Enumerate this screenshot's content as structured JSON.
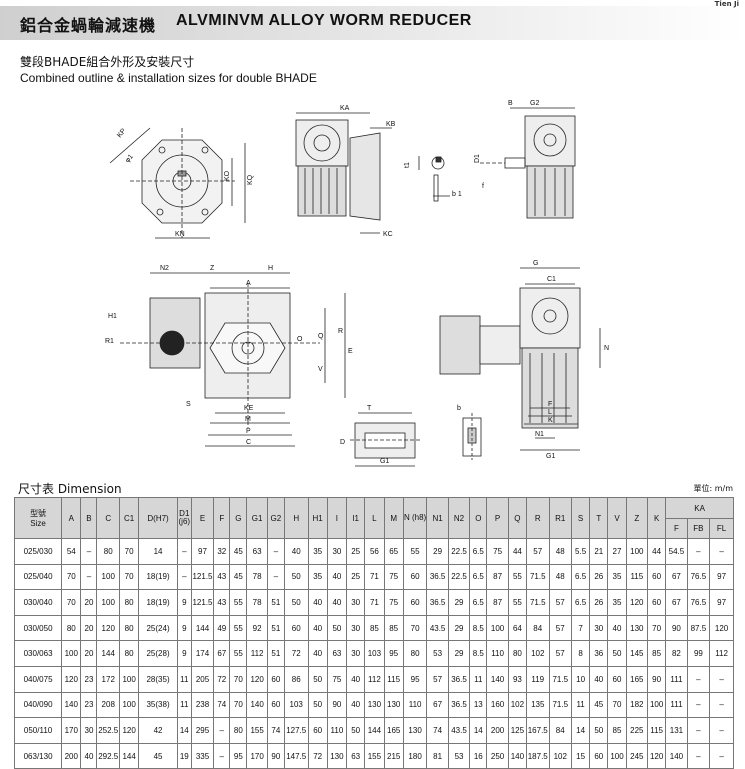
{
  "brand": "Tien Ji",
  "title_cn": "鋁合金蝸輪減速機",
  "title_en": "ALVMINVM ALLOY WORM REDUCER",
  "subtitle_cn": "雙段BHADE組合外形及安裝尺寸",
  "subtitle_en": "Combined outline & installation sizes for double BHADE",
  "labels": {
    "top1": {
      "kp": "KP",
      "g1": "φ1",
      "kq": "KQ",
      "ko": "KO",
      "kn": "KN"
    },
    "top2": {
      "ka": "KA",
      "kb": "KB",
      "kc": "KC"
    },
    "top3": {
      "t1": "t1",
      "b1": "b 1"
    },
    "top4": {
      "b": "B",
      "g2": "G2",
      "d1": "D1",
      "f": "f"
    },
    "mid1": {
      "n2": "N2",
      "z": "Z",
      "h": "H",
      "a": "A",
      "h1": "H1",
      "r1": "R1",
      "r": "R",
      "q": "Q",
      "e": "E",
      "o": "O",
      "v": "V",
      "s": "S",
      "ke": "KE",
      "m": "M",
      "p": "P",
      "c": "C"
    },
    "mid2": {
      "t": "T",
      "d": "D",
      "g1": "G1"
    },
    "mid3": {
      "b": "b"
    },
    "mid4": {
      "g": "G",
      "c1": "C1",
      "n": "N",
      "f": "F",
      "l": "L",
      "k": "K",
      "n1": "N1",
      "g1": "G1"
    }
  },
  "dimension_label": "尺寸表  Dimension",
  "unit_label": "單位: m/m",
  "table": {
    "header_size": [
      "型號",
      "Size"
    ],
    "columns": [
      "A",
      "B",
      "C",
      "C1",
      "D(H7)",
      "D1 (j6)",
      "E",
      "F",
      "G",
      "G1",
      "G2",
      "H",
      "H1",
      "I",
      "I1",
      "L",
      "M",
      "N (h8)",
      "N1",
      "N2",
      "O",
      "P",
      "Q",
      "R",
      "R1",
      "S",
      "T",
      "V",
      "Z",
      "K"
    ],
    "ka_group": "KA",
    "ka_columns": [
      "F",
      "FB",
      "FL"
    ],
    "rows": [
      [
        "025/030",
        "54",
        "–",
        "80",
        "70",
        "14",
        "–",
        "97",
        "32",
        "45",
        "63",
        "–",
        "40",
        "35",
        "30",
        "25",
        "56",
        "65",
        "55",
        "29",
        "22.5",
        "6.5",
        "75",
        "44",
        "57",
        "48",
        "5.5",
        "21",
        "27",
        "100",
        "44",
        "54.5",
        "–",
        "–"
      ],
      [
        "025/040",
        "70",
        "–",
        "100",
        "70",
        "18(19)",
        "–",
        "121.5",
        "43",
        "45",
        "78",
        "–",
        "50",
        "35",
        "40",
        "25",
        "71",
        "75",
        "60",
        "36.5",
        "22.5",
        "6.5",
        "87",
        "55",
        "71.5",
        "48",
        "6.5",
        "26",
        "35",
        "115",
        "60",
        "67",
        "76.5",
        "97"
      ],
      [
        "030/040",
        "70",
        "20",
        "100",
        "80",
        "18(19)",
        "9",
        "121.5",
        "43",
        "55",
        "78",
        "51",
        "50",
        "40",
        "40",
        "30",
        "71",
        "75",
        "60",
        "36.5",
        "29",
        "6.5",
        "87",
        "55",
        "71.5",
        "57",
        "6.5",
        "26",
        "35",
        "120",
        "60",
        "67",
        "76.5",
        "97"
      ],
      [
        "030/050",
        "80",
        "20",
        "120",
        "80",
        "25(24)",
        "9",
        "144",
        "49",
        "55",
        "92",
        "51",
        "60",
        "40",
        "50",
        "30",
        "85",
        "85",
        "70",
        "43.5",
        "29",
        "8.5",
        "100",
        "64",
        "84",
        "57",
        "7",
        "30",
        "40",
        "130",
        "70",
        "90",
        "87.5",
        "120"
      ],
      [
        "030/063",
        "100",
        "20",
        "144",
        "80",
        "25(28)",
        "9",
        "174",
        "67",
        "55",
        "112",
        "51",
        "72",
        "40",
        "63",
        "30",
        "103",
        "95",
        "80",
        "53",
        "29",
        "8.5",
        "110",
        "80",
        "102",
        "57",
        "8",
        "36",
        "50",
        "145",
        "85",
        "82",
        "99",
        "112"
      ],
      [
        "040/075",
        "120",
        "23",
        "172",
        "100",
        "28(35)",
        "11",
        "205",
        "72",
        "70",
        "120",
        "60",
        "86",
        "50",
        "75",
        "40",
        "112",
        "115",
        "95",
        "57",
        "36.5",
        "11",
        "140",
        "93",
        "119",
        "71.5",
        "10",
        "40",
        "60",
        "165",
        "90",
        "111",
        "–",
        "–"
      ],
      [
        "040/090",
        "140",
        "23",
        "208",
        "100",
        "35(38)",
        "11",
        "238",
        "74",
        "70",
        "140",
        "60",
        "103",
        "50",
        "90",
        "40",
        "130",
        "130",
        "110",
        "67",
        "36.5",
        "13",
        "160",
        "102",
        "135",
        "71.5",
        "11",
        "45",
        "70",
        "182",
        "100",
        "111",
        "–",
        "–"
      ],
      [
        "050/110",
        "170",
        "30",
        "252.5",
        "120",
        "42",
        "14",
        "295",
        "–",
        "80",
        "155",
        "74",
        "127.5",
        "60",
        "110",
        "50",
        "144",
        "165",
        "130",
        "74",
        "43.5",
        "14",
        "200",
        "125",
        "167.5",
        "84",
        "14",
        "50",
        "85",
        "225",
        "115",
        "131",
        "–",
        "–"
      ],
      [
        "063/130",
        "200",
        "40",
        "292.5",
        "144",
        "45",
        "19",
        "335",
        "–",
        "95",
        "170",
        "90",
        "147.5",
        "72",
        "130",
        "63",
        "155",
        "215",
        "180",
        "81",
        "53",
        "16",
        "250",
        "140",
        "187.5",
        "102",
        "15",
        "60",
        "100",
        "245",
        "120",
        "140",
        "–",
        "–"
      ]
    ]
  }
}
